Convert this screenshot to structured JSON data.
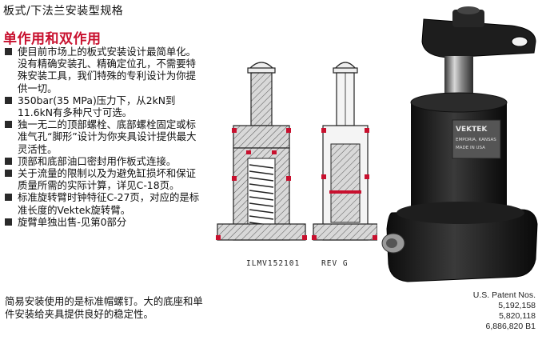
{
  "page_title": "板式/下法兰安装型规格",
  "section_heading": "单作用和双作用",
  "features": [
    "使目前市场上的板式安装设计最简单化。没有精确安装孔、精确定位孔，不需要特殊安装工具，我们特殊的专利设计为你提供一切。",
    "350bar(35 MPa)压力下，从2kN到11.6kN有多种尺寸可选。",
    "独一无二的顶部螺栓、底部螺栓固定或标准气孔“脚形”设计为你夹具设计提供最大灵活性。",
    "顶部和底部油口密封用作板式连接。",
    "关于流量的限制以及为避免缸损坏和保证质量所需的实际计算，详见C-18页。",
    "标准旋转臂时钟特征C-27页，对应的是标准长度的Vektek旋转臂。",
    "旋臂单独出售-见第0部分"
  ],
  "footer_text": "简易安装使用的是标准帽螺钉。大的底座和单件安装给夹具提供良好的稳定性。",
  "drawing_captions": {
    "left": "ILMV152101",
    "right": "REV G"
  },
  "product_label": {
    "brand": "VEKTEK",
    "city": "EMPORIA, KANSAS",
    "made_in": "MADE IN USA"
  },
  "patents": {
    "heading": "U.S. Patent Nos.",
    "numbers": [
      "5,192,158",
      "5,820,118",
      "6,886,820 B1"
    ]
  },
  "colors": {
    "heading_red": "#c8102e",
    "seal_red": "#c8102e",
    "body_dark": "#1f1f1f"
  }
}
